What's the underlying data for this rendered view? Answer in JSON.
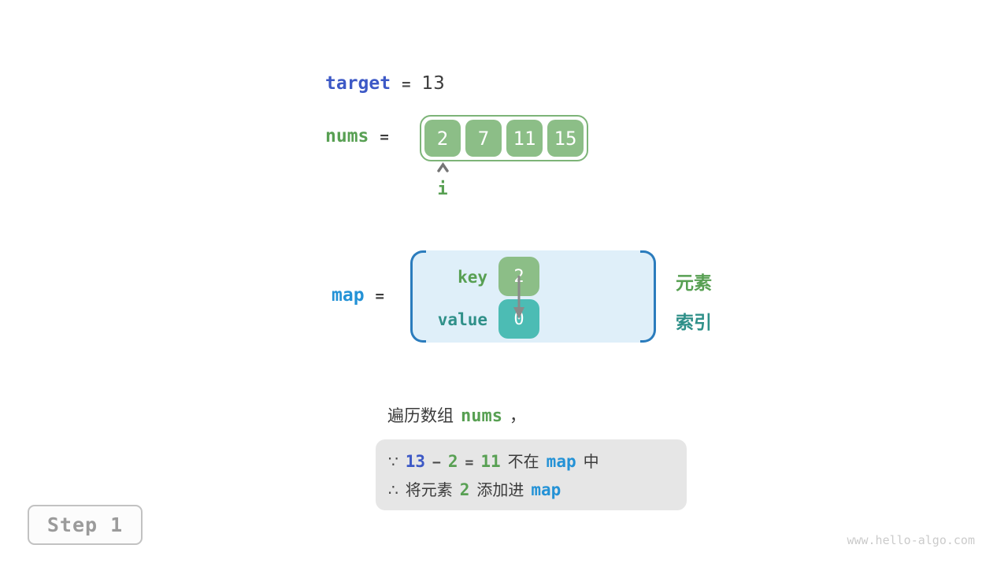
{
  "colors": {
    "royal_blue": "#3D59C6",
    "bright_blue": "#2492D6",
    "green_text": "#58A053",
    "teal_text": "#2F9089",
    "green_box": "#8CBE87",
    "teal_box": "#4CBCB4",
    "green_border": "#7DB478",
    "map_panel_bg": "#DFEFF9",
    "map_bracket": "#2B7CBD",
    "note_bg": "#E6E6E6",
    "dark_text": "#3B3B3B",
    "gray": "#8A8A8A"
  },
  "target": {
    "name": "target",
    "op": "=",
    "value": "13"
  },
  "nums": {
    "name": "nums",
    "op": "=",
    "cells": [
      "2",
      "7",
      "11",
      "15"
    ],
    "pointer_label": "i"
  },
  "map": {
    "name": "map",
    "op": "=",
    "key_label": "key",
    "key_value": "2",
    "value_label": "value",
    "value_value": "0",
    "legend_key": "元素",
    "legend_value": "索引"
  },
  "caption": {
    "prefix": "遍历数组",
    "var": "nums",
    "suffix": "，"
  },
  "note": {
    "line1": {
      "because": "∵",
      "minuend": "13",
      "minus": "−",
      "subtrahend": "2",
      "equals": "=",
      "difference": "11",
      "not_in": "不在",
      "map": "map",
      "in_suffix": "中"
    },
    "line2": {
      "therefore": "∴",
      "action_prefix": "将元素",
      "element": "2",
      "action_suffix": "添加进",
      "map": "map"
    }
  },
  "step": {
    "label": "Step 1"
  },
  "watermark": "www.hello-algo.com"
}
